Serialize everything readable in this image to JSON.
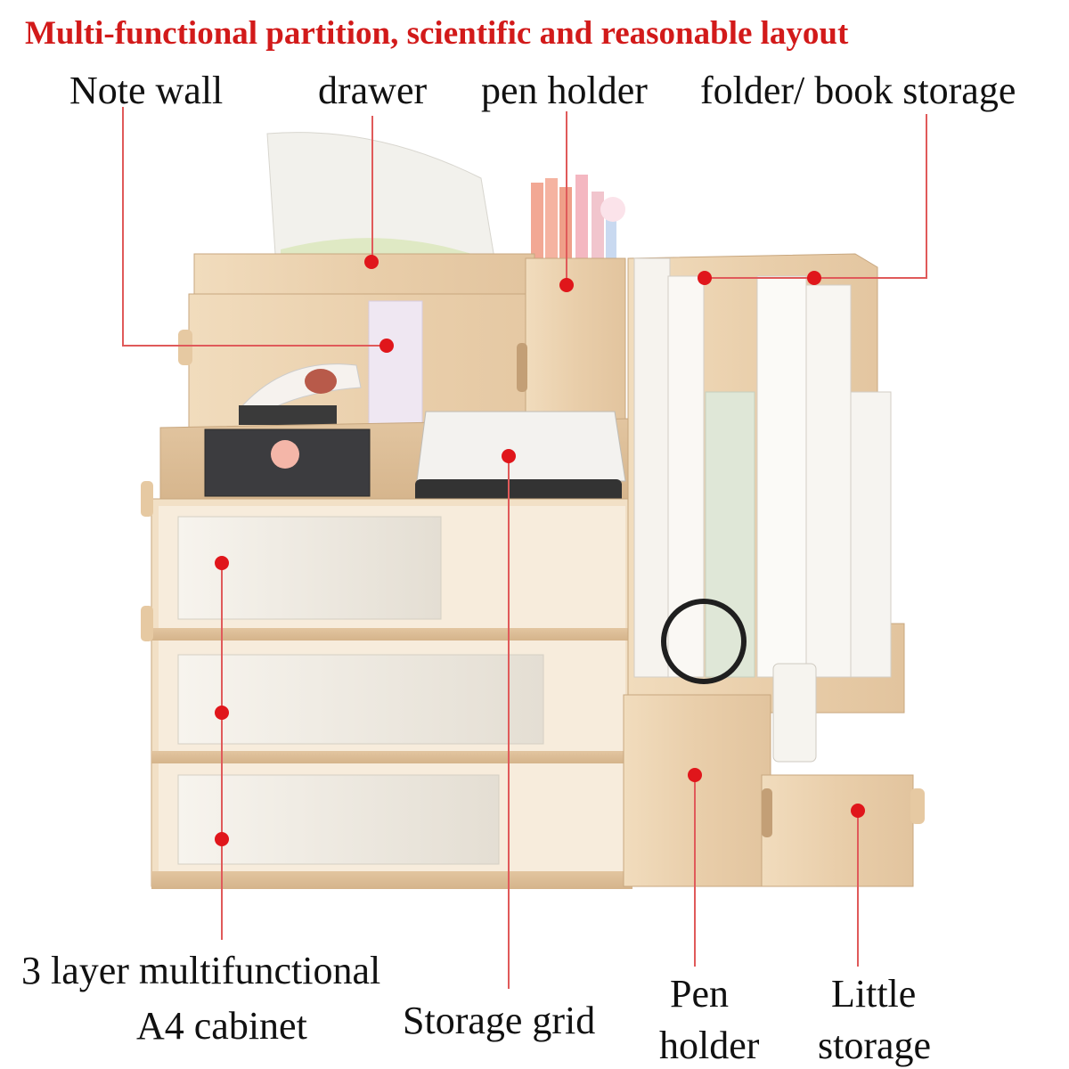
{
  "headline": "Multi-functional partition, scientific and reasonable layout",
  "labels": {
    "note_wall": "Note wall",
    "drawer": "drawer",
    "pen_holder_top": "pen holder",
    "folder_storage": "folder/ book storage",
    "cabinet_line1": "3 layer multifunctional",
    "cabinet_line2": "A4 cabinet",
    "storage_grid": "Storage grid",
    "pen_holder_bottom_line1": "Pen",
    "pen_holder_bottom_line2": "holder",
    "little_storage_line1": "Little",
    "little_storage_line2": "storage"
  },
  "colors": {
    "headline": "#d21a1a",
    "marker": "#e0161b",
    "wood": "#ecd2ae"
  }
}
